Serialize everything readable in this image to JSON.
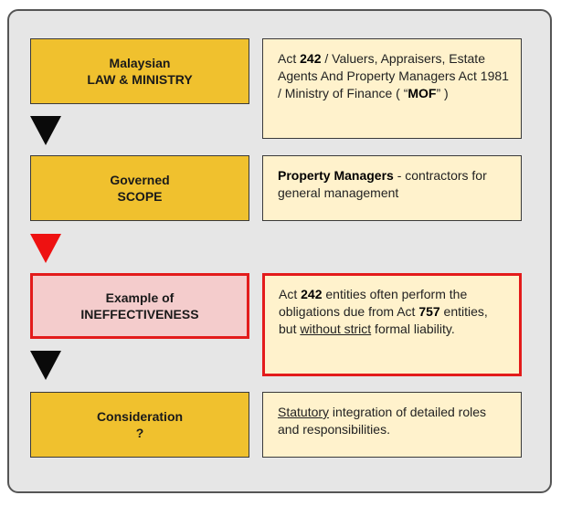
{
  "rows": [
    {
      "left_line1": "Malaysian",
      "left_line2": "LAW & MINISTRY",
      "right": {
        "t1": "Act ",
        "b1": "242",
        "t2": " / Valuers, Appraisers, Estate Agents And Property Managers Act 1981 / Ministry of Finance ( “",
        "b2": "MOF",
        "t3": "” )"
      }
    },
    {
      "left_line1": "Governed",
      "left_line2": "SCOPE",
      "right": {
        "b1": "Property Managers",
        "t1": " - contractors for general management"
      }
    },
    {
      "left_line1": "Example of",
      "left_line2": "INEFFECTIVENESS",
      "right": {
        "t1": "Act ",
        "b1": "242",
        "t2": " entities often perform the obligations due from Act ",
        "b2": "757",
        "t3": " entities, but ",
        "u1": "without strict",
        "t4": " formal liability."
      }
    },
    {
      "left_line1": "Consideration",
      "left_line2": "?",
      "right": {
        "u1": "Statutory",
        "t1": " integration of detailed roles and responsibilities."
      }
    }
  ],
  "arrows": [
    "black",
    "red",
    "black"
  ],
  "colors": {
    "box_yellow": "#f0c12e",
    "box_pink": "#f4cccc",
    "note_cream": "#fff2cc",
    "alert_red": "#e31b1b",
    "panel_gray": "#e6e6e6"
  }
}
